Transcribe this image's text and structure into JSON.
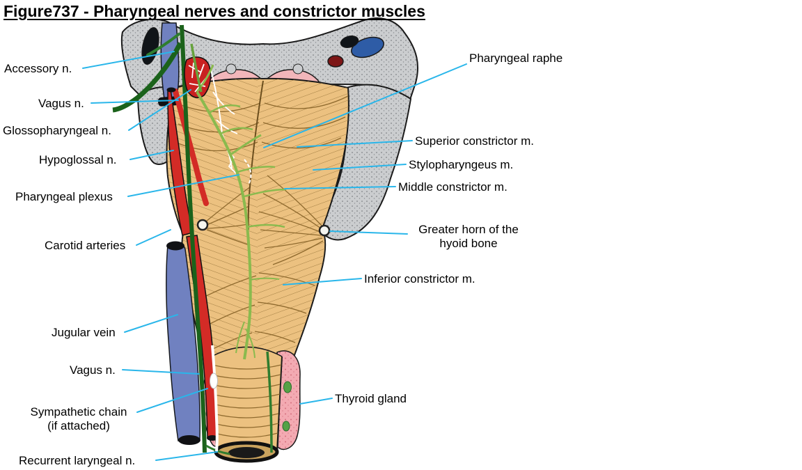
{
  "figure": {
    "title": "Figure737 - Pharyngeal nerves and constrictor muscles"
  },
  "labels": {
    "left": [
      {
        "id": "accessory-n",
        "text": "Accessory n."
      },
      {
        "id": "vagus-n-upper",
        "text": "Vagus n."
      },
      {
        "id": "glossopharyngeal-n",
        "text": "Glossopharyngeal n."
      },
      {
        "id": "hypoglossal-n",
        "text": "Hypoglossal n."
      },
      {
        "id": "pharyngeal-plexus",
        "text": "Pharyngeal plexus"
      },
      {
        "id": "carotid-arteries",
        "text": "Carotid arteries"
      },
      {
        "id": "jugular-vein",
        "text": "Jugular vein"
      },
      {
        "id": "vagus-n-lower",
        "text": "Vagus n."
      },
      {
        "id": "sympathetic-chain",
        "text": "Sympathetic chain\n(if attached)"
      },
      {
        "id": "recurrent-laryngeal-n",
        "text": "Recurrent laryngeal n."
      }
    ],
    "right": [
      {
        "id": "pharyngeal-raphe",
        "text": "Pharyngeal raphe"
      },
      {
        "id": "superior-constrictor-m",
        "text": "Superior constrictor m."
      },
      {
        "id": "stylopharyngeus-m",
        "text": "Stylopharyngeus m."
      },
      {
        "id": "middle-constrictor-m",
        "text": "Middle constrictor m."
      },
      {
        "id": "greater-horn-hyoid",
        "text": "Greater horn of the\nhyoid bone"
      },
      {
        "id": "inferior-constrictor-m",
        "text": "Inferior constrictor m."
      },
      {
        "id": "thyroid-gland",
        "text": "Thyroid gland"
      }
    ]
  },
  "colors": {
    "leader_line": "#29b6ea",
    "muscle_tan": "#ecc180",
    "muscle_fiber": "#8f6a2e",
    "jugular_vein_blue": "#7081c0",
    "carotid_red": "#d32b26",
    "vagus_green_dark": "#1b621b",
    "plexus_green_light": "#8aba4e",
    "thyroid_pink": "#f3aab2",
    "cartilage_gray": "#cbcdcf",
    "mucosa_pink": "#f2b6ba"
  }
}
